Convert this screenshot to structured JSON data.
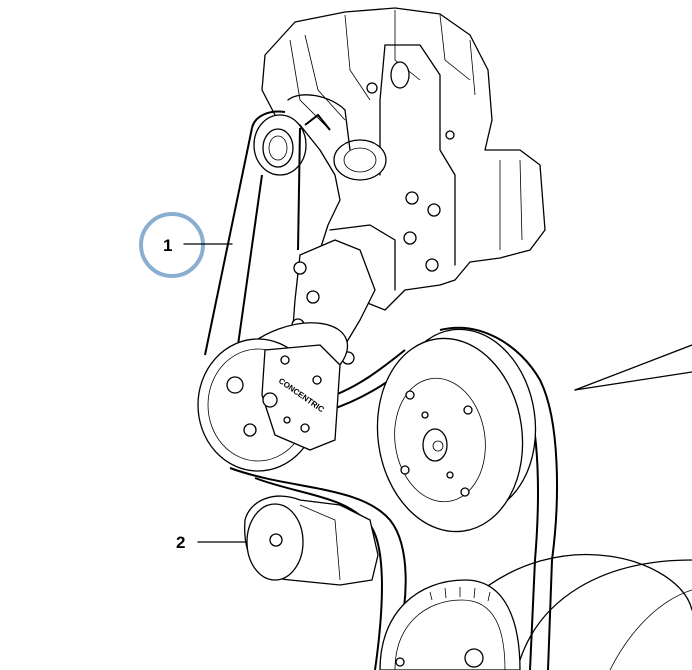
{
  "callouts": [
    {
      "id": "1",
      "label": "1",
      "circled": true
    },
    {
      "id": "2",
      "label": "2",
      "circled": false
    }
  ],
  "tensioner_brand": "CONCENTRIC",
  "colors": {
    "callout_circle": "#8aaed0",
    "line": "#000000",
    "background": "#ffffff"
  },
  "icons": []
}
